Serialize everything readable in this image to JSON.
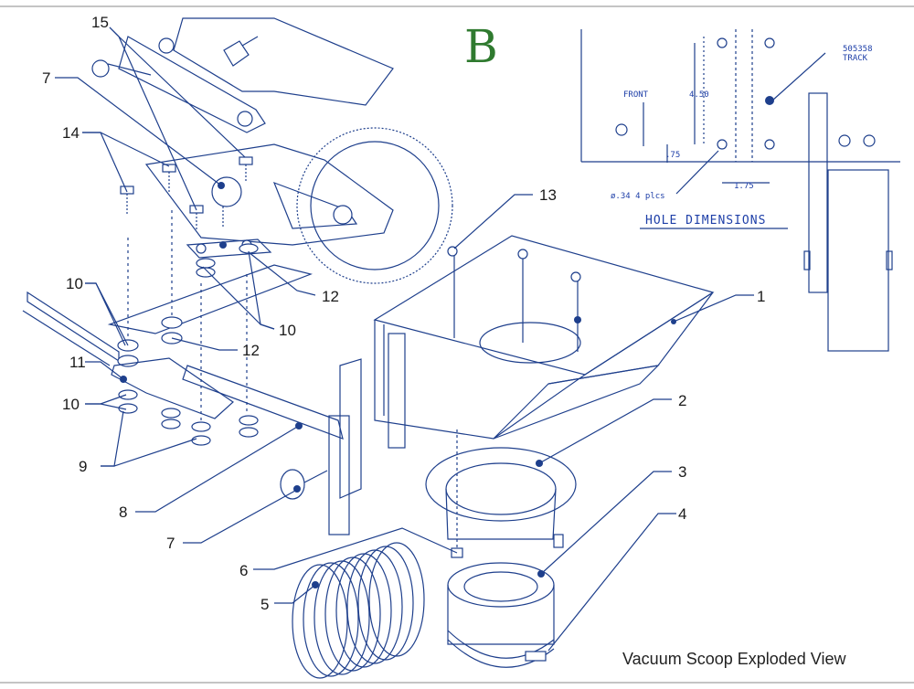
{
  "section_letter": "B",
  "caption": "Vacuum Scoop Exploded View",
  "hole_dimensions": {
    "title": "HOLE DIMENSIONS",
    "front_label": "FRONT",
    "track_label_1": "505358",
    "track_label_2": "TRACK",
    "dim_450": "4.50",
    "dim_075": ".75",
    "dim_175": "1.75",
    "hole_note": "ø.34  4 plcs"
  },
  "callouts": {
    "c1": "1",
    "c2": "2",
    "c3": "3",
    "c4": "4",
    "c5": "5",
    "c6": "6",
    "c7a": "7",
    "c7b": "7",
    "c8": "8",
    "c9": "9",
    "c10a": "10",
    "c10b": "10",
    "c10c": "10",
    "c11": "11",
    "c12a": "12",
    "c12b": "12",
    "c13": "13",
    "c14": "14",
    "c15": "15"
  },
  "colors": {
    "line": "#1e3f8c",
    "leader": "#1e3f8c",
    "letter": "#2f7a2f",
    "dim_text": "#1e3fa8"
  }
}
